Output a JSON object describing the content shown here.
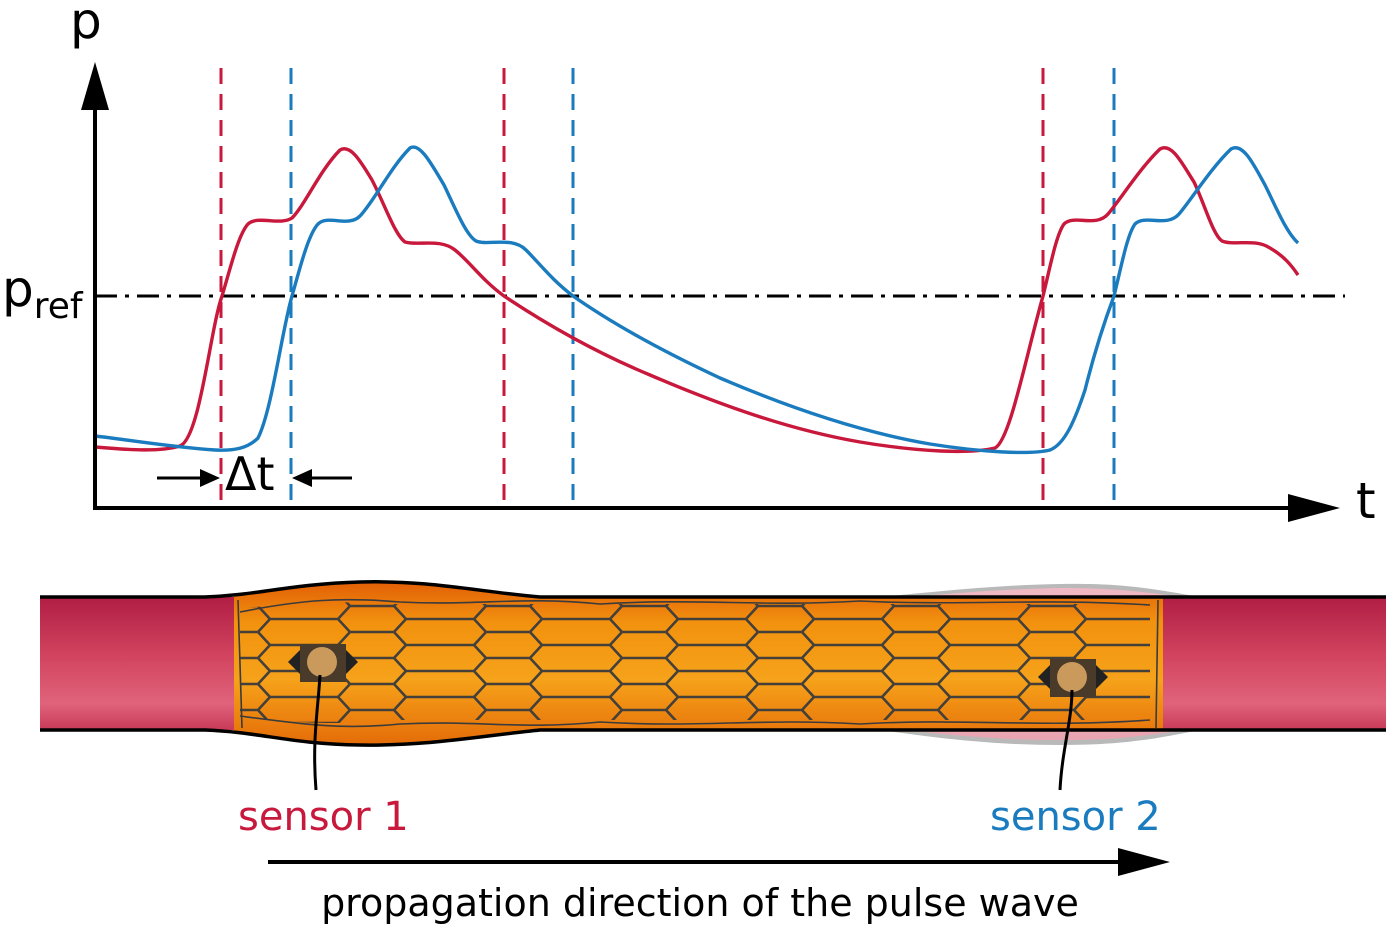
{
  "axes": {
    "y_label": "p",
    "x_label": "t",
    "ref_label_main": "p",
    "ref_label_sub": "ref",
    "delta_label": "Δt"
  },
  "sensors": {
    "sensor1": {
      "label": "sensor 1",
      "color": "#c8183c"
    },
    "sensor2": {
      "label": "sensor 2",
      "color": "#1a7bbf"
    }
  },
  "propagation_label": "propagation direction of the pulse wave",
  "colors": {
    "axis": "#000000",
    "vessel": "#c52a4e",
    "vessel_highlight": "#e46a82",
    "stent_fill": "#f39a17",
    "stent_dark": "#e66e08",
    "stent_mesh": "#3a3a3a",
    "sensor_body": "#c89b5e"
  }
}
